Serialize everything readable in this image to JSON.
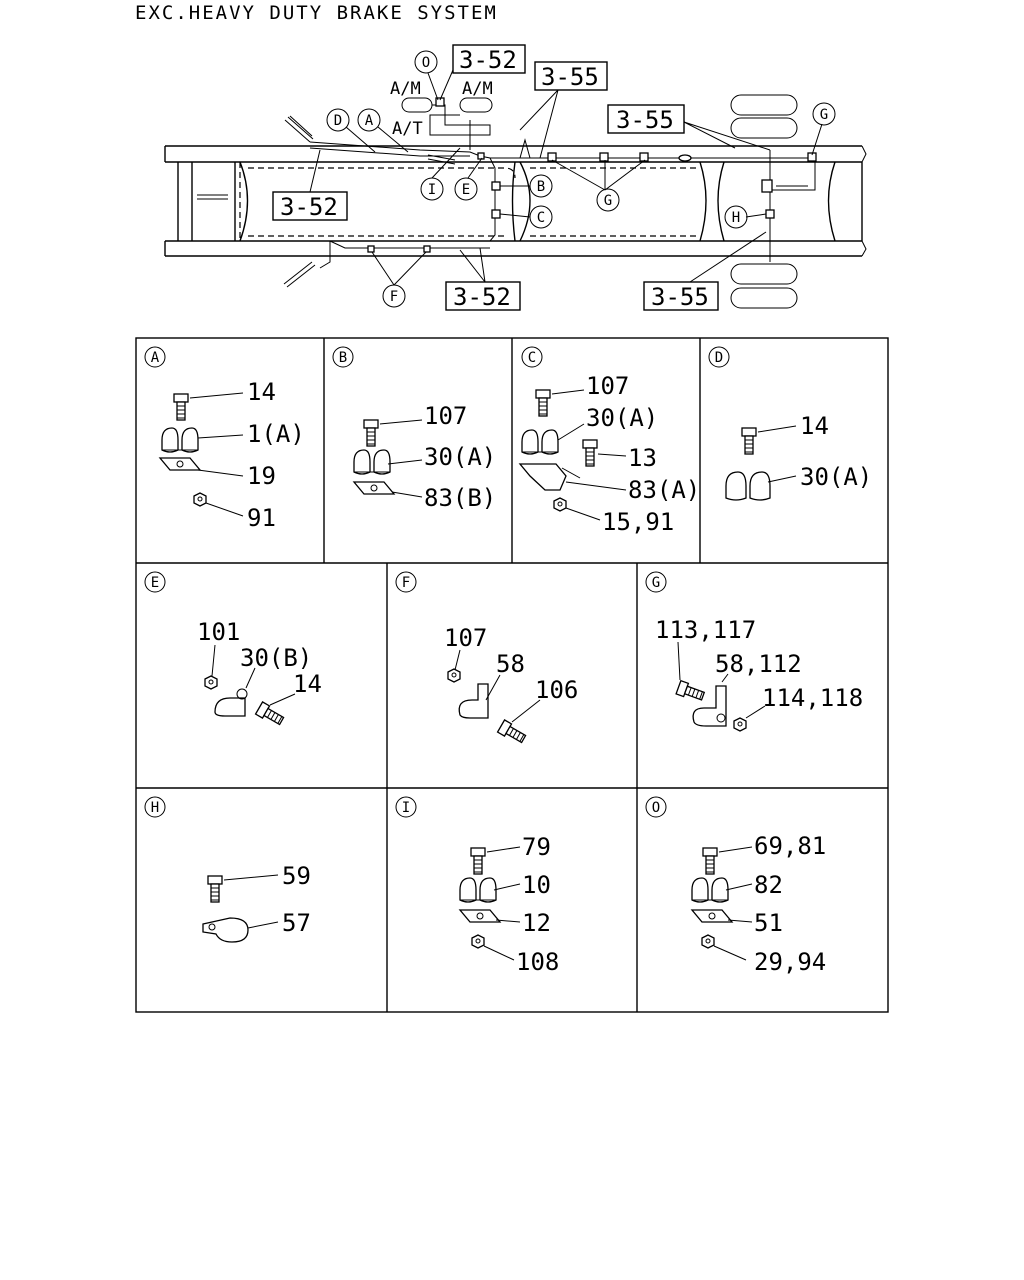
{
  "title": "EXC.HEAVY DUTY BRAKE SYSTEM",
  "overview": {
    "refs": [
      "3-52",
      "3-55",
      "3-55",
      "3-52",
      "3-52",
      "3-55"
    ],
    "callouts": [
      "O",
      "D",
      "A",
      "I",
      "E",
      "B",
      "C",
      "G",
      "G",
      "H",
      "F"
    ],
    "transmission_labels": [
      "A/M",
      "A/M",
      "A/T"
    ]
  },
  "panels": [
    {
      "letter": "A",
      "labels": [
        "14",
        "1(A)",
        "19",
        "91"
      ]
    },
    {
      "letter": "B",
      "labels": [
        "107",
        "30(A)",
        "83(B)"
      ]
    },
    {
      "letter": "C",
      "labels": [
        "107",
        "30(A)",
        "13",
        "83(A)",
        "15,91"
      ]
    },
    {
      "letter": "D",
      "labels": [
        "14",
        "30(A)"
      ]
    },
    {
      "letter": "E",
      "labels": [
        "101",
        "30(B)",
        "14"
      ]
    },
    {
      "letter": "F",
      "labels": [
        "107",
        "58",
        "106"
      ]
    },
    {
      "letter": "G",
      "labels": [
        "113,117",
        "58,112",
        "114,118"
      ]
    },
    {
      "letter": "H",
      "labels": [
        "59",
        "57"
      ]
    },
    {
      "letter": "I",
      "labels": [
        "79",
        "10",
        "12",
        "108"
      ]
    },
    {
      "letter": "O",
      "labels": [
        "69,81",
        "82",
        "51",
        "29,94"
      ]
    }
  ]
}
